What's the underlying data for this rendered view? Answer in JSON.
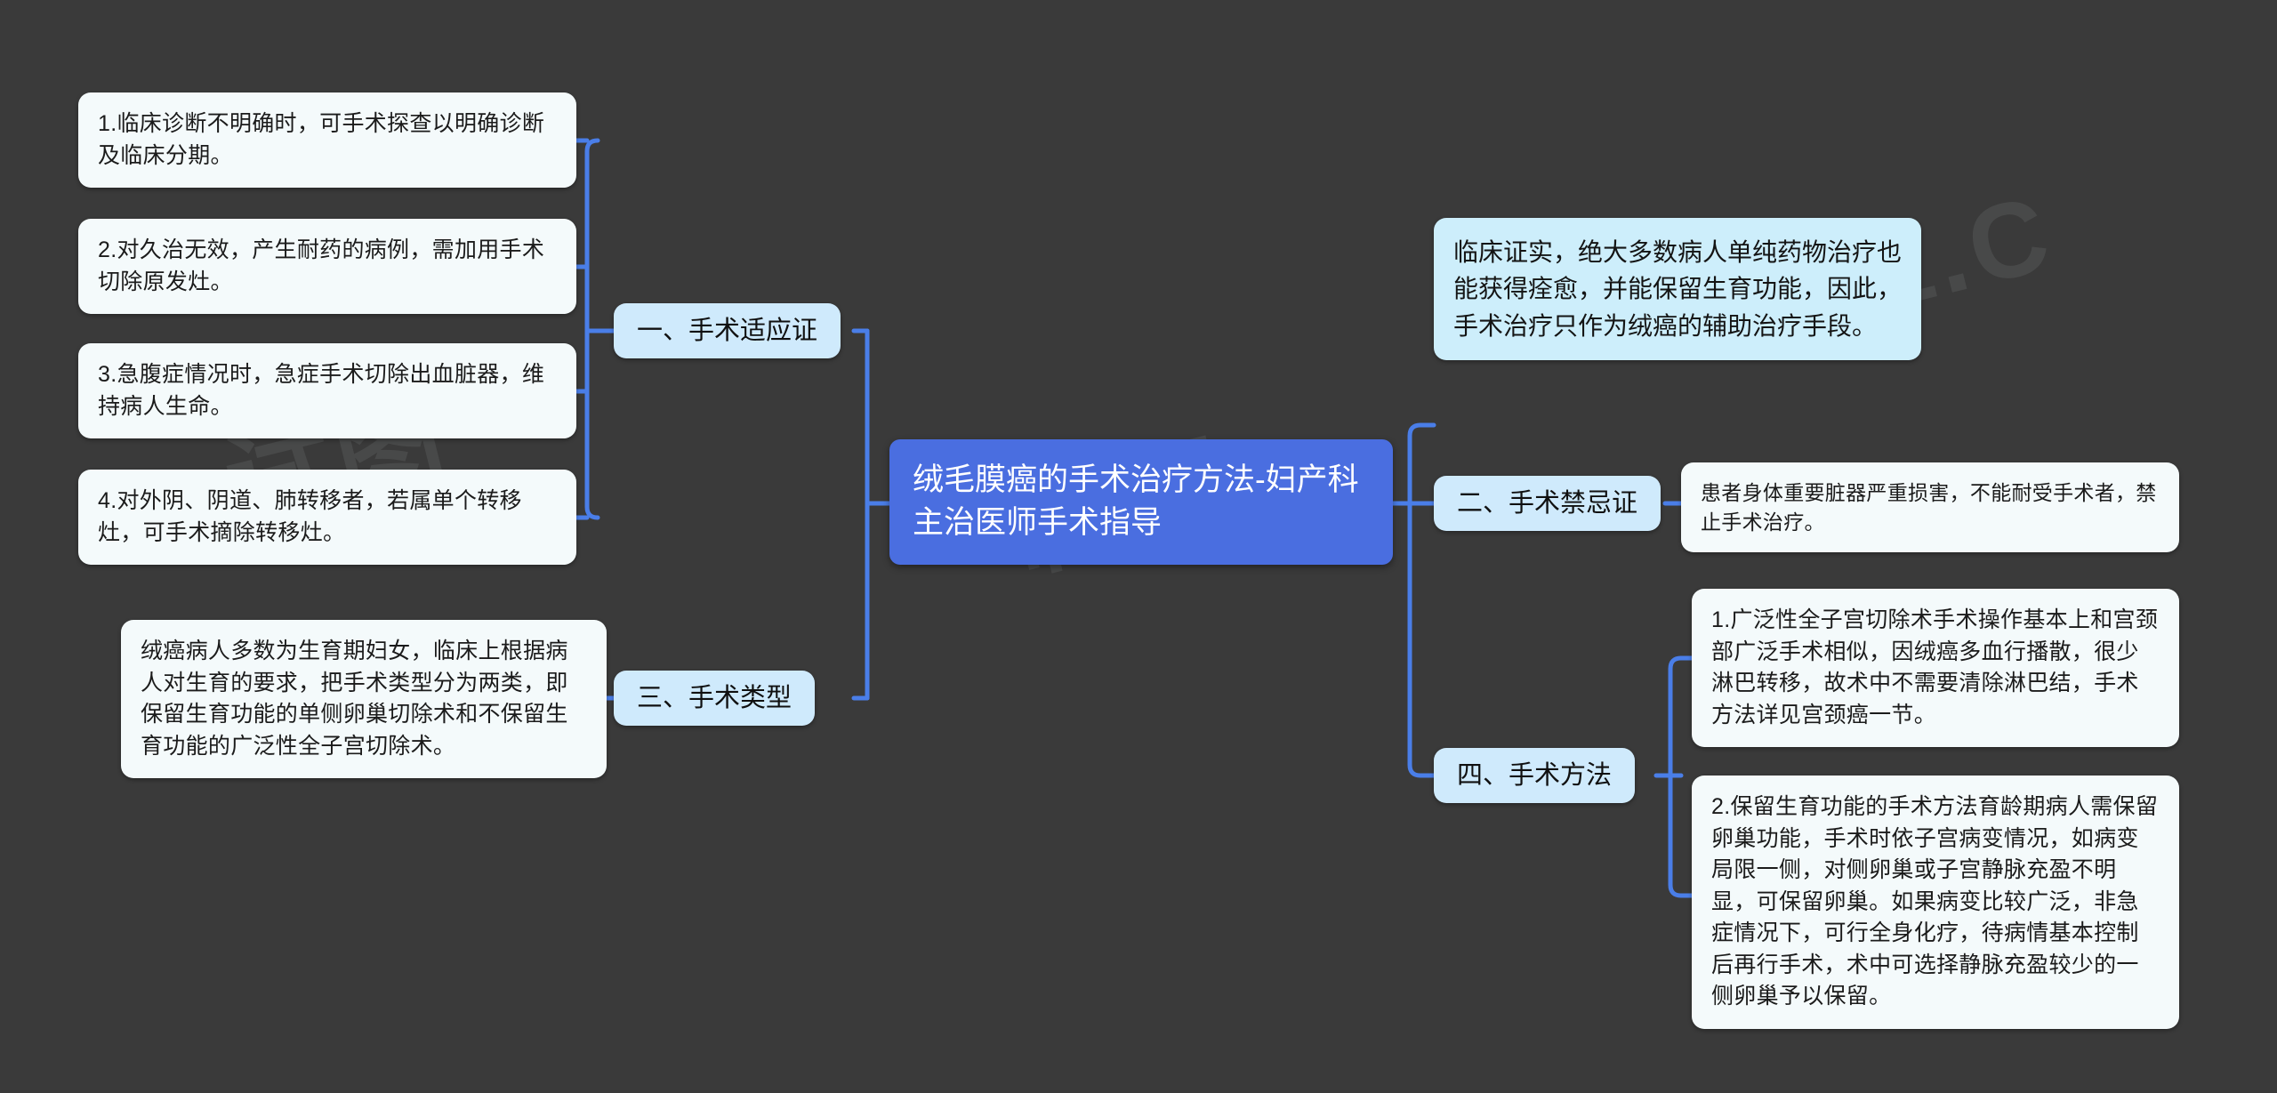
{
  "theme": {
    "background": "#3a3a3a",
    "root_bg": "#4a6ee0",
    "root_text": "#ffffff",
    "branch_bg": "#cfeafc",
    "leaf_bg": "#f4fafb",
    "cyan_bg": "#cdeefb",
    "link_color": "#4a7ee8",
    "text_color": "#1b1b1b"
  },
  "root": {
    "text": "绒毛膜癌的手术治疗方法-妇产科主治医师手术指导"
  },
  "watermarks": [
    {
      "text": "试图"
    },
    {
      "text": "制图 s"
    },
    {
      "text": "tu1.C"
    }
  ],
  "branches": {
    "indications": {
      "label": "一、手术适应证",
      "items": [
        {
          "text": "1.临床诊断不明确时，可手术探查以明确诊断及临床分期。"
        },
        {
          "text": "2.对久治无效，产生耐药的病例，需加用手术切除原发灶。"
        },
        {
          "text": "3.急腹症情况时，急症手术切除出血脏器，维持病人生命。"
        },
        {
          "text": "4.对外阴、阴道、肺转移者，若属单个转移灶，可手术摘除转移灶。"
        }
      ]
    },
    "types": {
      "label": "三、手术类型",
      "items": [
        {
          "text": "绒癌病人多数为生育期妇女，临床上根据病人对生育的要求，把手术类型分为两类，即保留生育功能的单侧卵巢切除术和不保留生育功能的广泛性全子宫切除术。"
        }
      ]
    },
    "overview": {
      "text": "临床证实，绝大多数病人单纯药物治疗也能获得痊愈，并能保留生育功能，因此，手术治疗只作为绒癌的辅助治疗手段。"
    },
    "contraindications": {
      "label": "二、手术禁忌证",
      "items": [
        {
          "text": "患者身体重要脏器严重损害，不能耐受手术者，禁止手术治疗。"
        }
      ]
    },
    "methods": {
      "label": "四、手术方法",
      "items": [
        {
          "text": "1.广泛性全子宫切除术手术操作基本上和宫颈部广泛手术相似，因绒癌多血行播散，很少淋巴转移，故术中不需要清除淋巴结，手术方法详见宫颈癌一节。"
        },
        {
          "text": "2.保留生育功能的手术方法育龄期病人需保留卵巢功能，手术时依子宫病变情况，如病变局限一侧，对侧卵巢或子宫静脉充盈不明显，可保留卵巢。如果病变比较广泛，非急症情况下，可行全身化疗，待病情基本控制后再行手术，术中可选择静脉充盈较少的一侧卵巢予以保留。"
        }
      ]
    }
  }
}
